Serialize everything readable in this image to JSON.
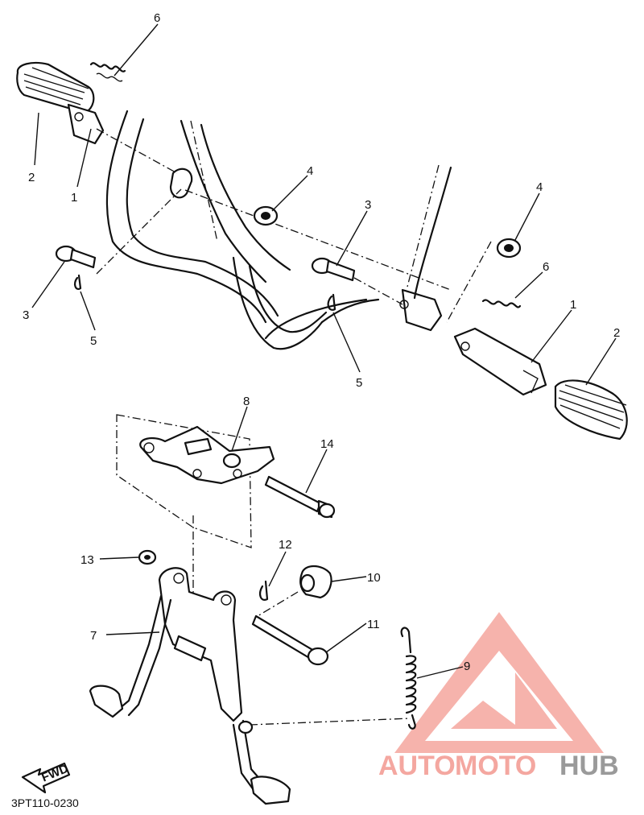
{
  "diagram": {
    "part_code": "3PT110-0230",
    "fwd_label": "FWD",
    "watermark": {
      "part1": "AUTO",
      "part2": "MOTO",
      "part3": "HUB",
      "red": "#f4a7a0",
      "gray": "#9a9a9a"
    },
    "callouts": [
      {
        "id": "c6a",
        "text": "6"
      },
      {
        "id": "c2a",
        "text": "2"
      },
      {
        "id": "c1a",
        "text": "1"
      },
      {
        "id": "c4a",
        "text": "4"
      },
      {
        "id": "c3a",
        "text": "3"
      },
      {
        "id": "c5a",
        "text": "5"
      },
      {
        "id": "c3b",
        "text": "3"
      },
      {
        "id": "c4b",
        "text": "4"
      },
      {
        "id": "c6b",
        "text": "6"
      },
      {
        "id": "c5b",
        "text": "5"
      },
      {
        "id": "c1b",
        "text": "1"
      },
      {
        "id": "c2b",
        "text": "2"
      },
      {
        "id": "c8",
        "text": "8"
      },
      {
        "id": "c14",
        "text": "14"
      },
      {
        "id": "c12",
        "text": "12"
      },
      {
        "id": "c13",
        "text": "13"
      },
      {
        "id": "c10",
        "text": "10"
      },
      {
        "id": "c7",
        "text": "7"
      },
      {
        "id": "c11",
        "text": "11"
      },
      {
        "id": "c9",
        "text": "9"
      }
    ]
  }
}
